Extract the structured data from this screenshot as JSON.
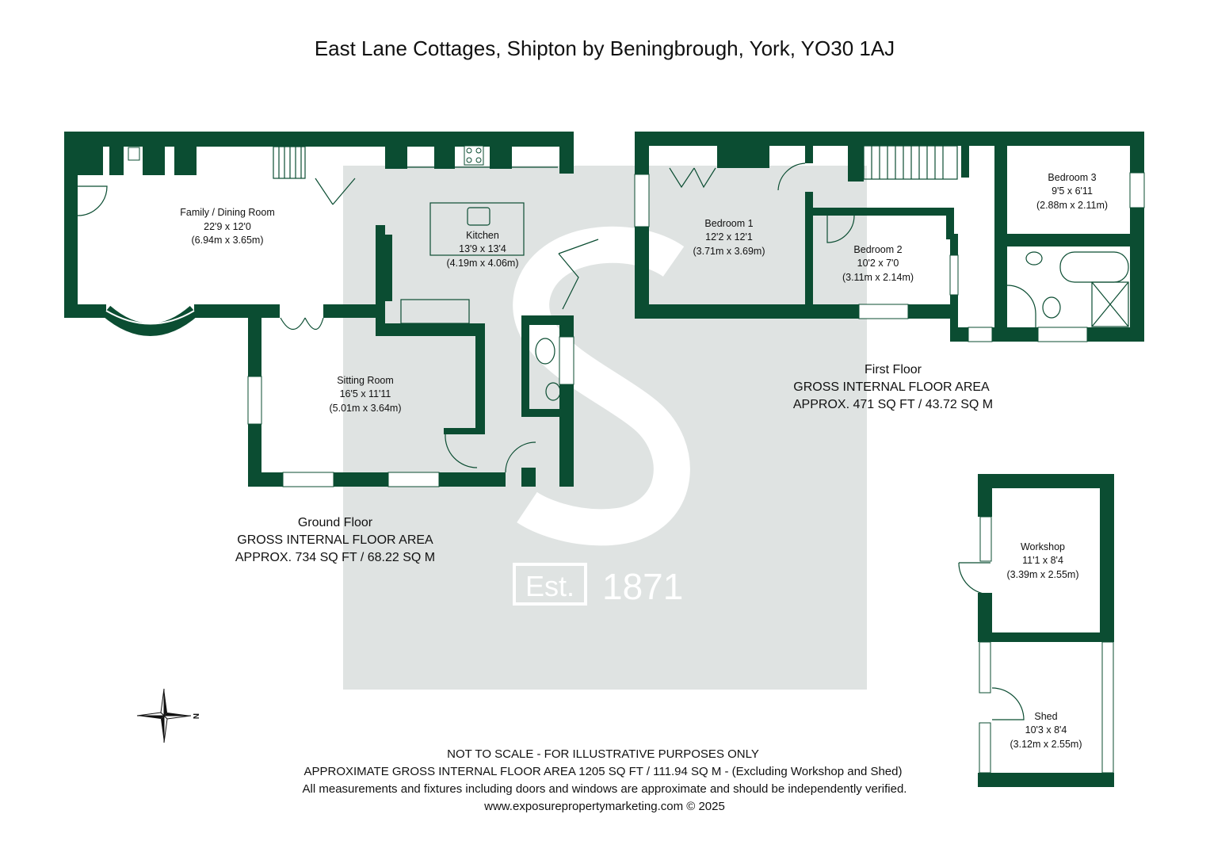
{
  "title": "East Lane Cottages, Shipton by Beningbrough, York, YO30 1AJ",
  "watermark": {
    "est_label": "Est.",
    "year": "1871",
    "color": "#dfe3e2"
  },
  "colors": {
    "wall": "#0b4d32",
    "text": "#111111"
  },
  "rooms": {
    "family_dining": {
      "name": "Family / Dining Room",
      "imperial": "22'9 x 12'0",
      "metric": "(6.94m x 3.65m)"
    },
    "kitchen": {
      "name": "Kitchen",
      "imperial": "13'9 x 13'4",
      "metric": "(4.19m x 4.06m)"
    },
    "sitting": {
      "name": "Sitting Room",
      "imperial": "16'5 x 11'11",
      "metric": "(5.01m x 3.64m)"
    },
    "bedroom1": {
      "name": "Bedroom 1",
      "imperial": "12'2 x 12'1",
      "metric": "(3.71m x 3.69m)"
    },
    "bedroom2": {
      "name": "Bedroom 2",
      "imperial": "10'2 x 7'0",
      "metric": "(3.11m x 2.14m)"
    },
    "bedroom3": {
      "name": "Bedroom 3",
      "imperial": "9'5 x 6'11",
      "metric": "(2.88m x 2.11m)"
    },
    "workshop": {
      "name": "Workshop",
      "imperial": "11'1 x 8'4",
      "metric": "(3.39m x 2.55m)"
    },
    "shed": {
      "name": "Shed",
      "imperial": "10'3 x 8'4",
      "metric": "(3.12m x 2.55m)"
    }
  },
  "floors": {
    "ground": {
      "name": "Ground Floor",
      "label": "GROSS INTERNAL FLOOR AREA",
      "area": "APPROX. 734 SQ FT / 68.22 SQ M"
    },
    "first": {
      "name": "First Floor",
      "label": "GROSS INTERNAL FLOOR AREA",
      "area": "APPROX. 471 SQ FT / 43.72 SQ M"
    }
  },
  "compass": {
    "north_label": "N"
  },
  "disclaimer": {
    "line1": "NOT TO SCALE - FOR ILLUSTRATIVE PURPOSES ONLY",
    "line2": "APPROXIMATE GROSS INTERNAL FLOOR AREA 1205 SQ FT / 111.94 SQ M - (Excluding Workshop and Shed)",
    "line3": "All measurements and fixtures including doors and windows are approximate and should be independently verified.",
    "line4": "www.exposurepropertymarketing.com © 2025"
  }
}
